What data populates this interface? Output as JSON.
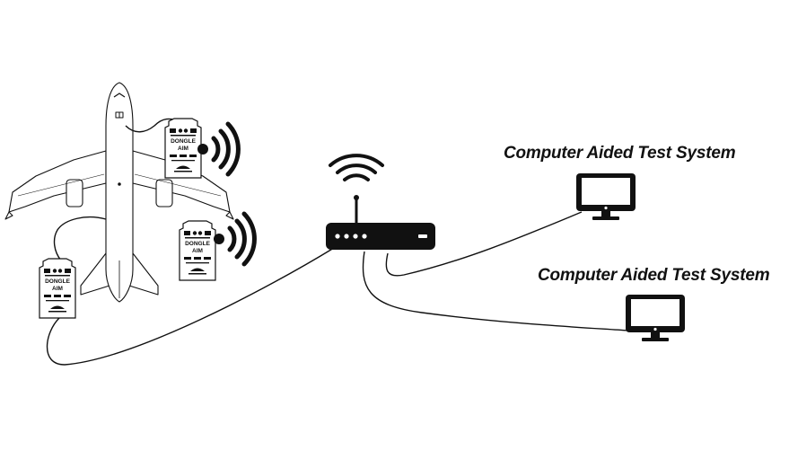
{
  "dongles": [
    {
      "line1": "DONGLE",
      "line2": "AIM"
    },
    {
      "line1": "DONGLE",
      "line2": "AIM"
    },
    {
      "line1": "DONGLE",
      "line2": "AIM"
    }
  ],
  "computers": [
    {
      "label": "Computer Aided Test System"
    },
    {
      "label": "Computer Aided Test System"
    }
  ],
  "colors": {
    "stroke": "#111111",
    "aircraft_fill": "#ffffff",
    "device_fill": "#ffffff",
    "router_fill": "#111111"
  },
  "icons": {
    "aircraft": "airplane-top-view-icon",
    "dongle": "dongle-device-icon",
    "wifi": "wifi-signal-icon",
    "router": "wireless-router-icon",
    "computer": "computer-monitor-icon"
  }
}
